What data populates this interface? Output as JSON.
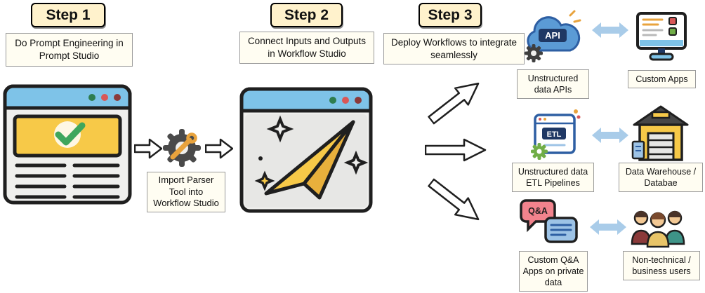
{
  "steps": [
    {
      "label": "Step 1",
      "description": "Do Prompt Engineering in Prompt Studio"
    },
    {
      "label": "Step 2",
      "description": "Connect Inputs and Outputs in Workflow Studio"
    },
    {
      "label": "Step 3",
      "description": "Deploy Workflows to integrate seamlessly"
    }
  ],
  "import_step": {
    "label": "Import Parser Tool into Workflow Studio"
  },
  "icon_labels": {
    "api_badge": "API",
    "etl_badge": "ETL",
    "qa_bubble": "Q&A"
  },
  "integrations": [
    {
      "source": "Unstructured data APIs",
      "target": "Custom Apps"
    },
    {
      "source": "Unstructured data ETL Pipelines",
      "target": "Data Warehouse / Databae"
    },
    {
      "source": "Custom Q&A Apps on private data",
      "target": "Non-technical / business users"
    }
  ],
  "colors": {
    "step_header_bg": "#FFF2CC",
    "label_box_bg": "#FFFDF2",
    "browser_bar_blue": "#7EC3E8",
    "accent_yellow": "#F7C948",
    "cloud_blue": "#5B9BD5",
    "double_arrow_blue": "#A9CCE9",
    "badge_navy": "#1F3864"
  }
}
